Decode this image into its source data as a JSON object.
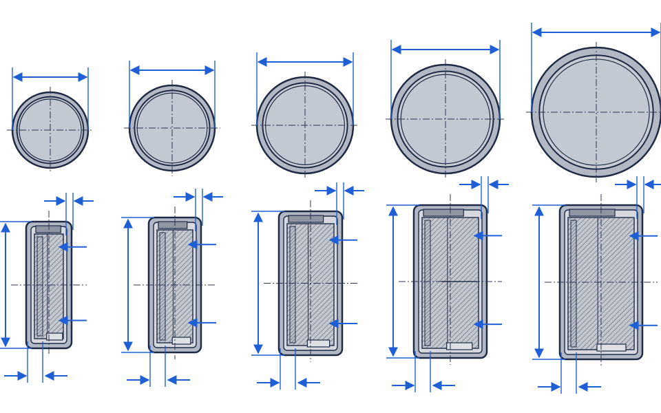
{
  "diagram": {
    "description_text": "",
    "views": [
      "top",
      "section"
    ],
    "cell_count": 5
  },
  "colors": {
    "outline": "#1e2a44",
    "shell_fill": "#b3b9c4",
    "inner_fill": "#c7ccd4",
    "face_fill": "#c3c9d2",
    "hatch": "#4a5568",
    "dimension": "#1f5fd6",
    "centerline": "#2a3550",
    "background": "#ffffff"
  },
  "icons": {
    "dimension_arrow": "arrowhead-icon",
    "centerline": "dash-dot-line"
  }
}
